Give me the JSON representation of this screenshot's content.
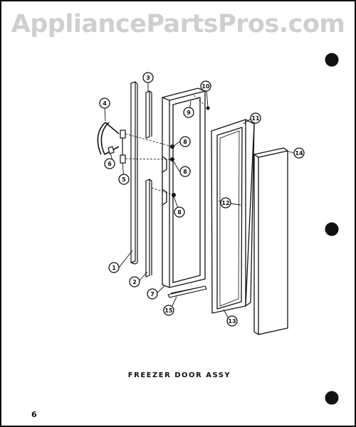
{
  "watermark": "AppliancePartsPros.com",
  "caption": "FREEZER DOOR ASSY",
  "page_number": "6",
  "callouts": [
    "1",
    "2",
    "3",
    "4",
    "5",
    "6",
    "7",
    "8",
    "8",
    "8",
    "9",
    "10",
    "11",
    "12",
    "13",
    "14",
    "15"
  ]
}
